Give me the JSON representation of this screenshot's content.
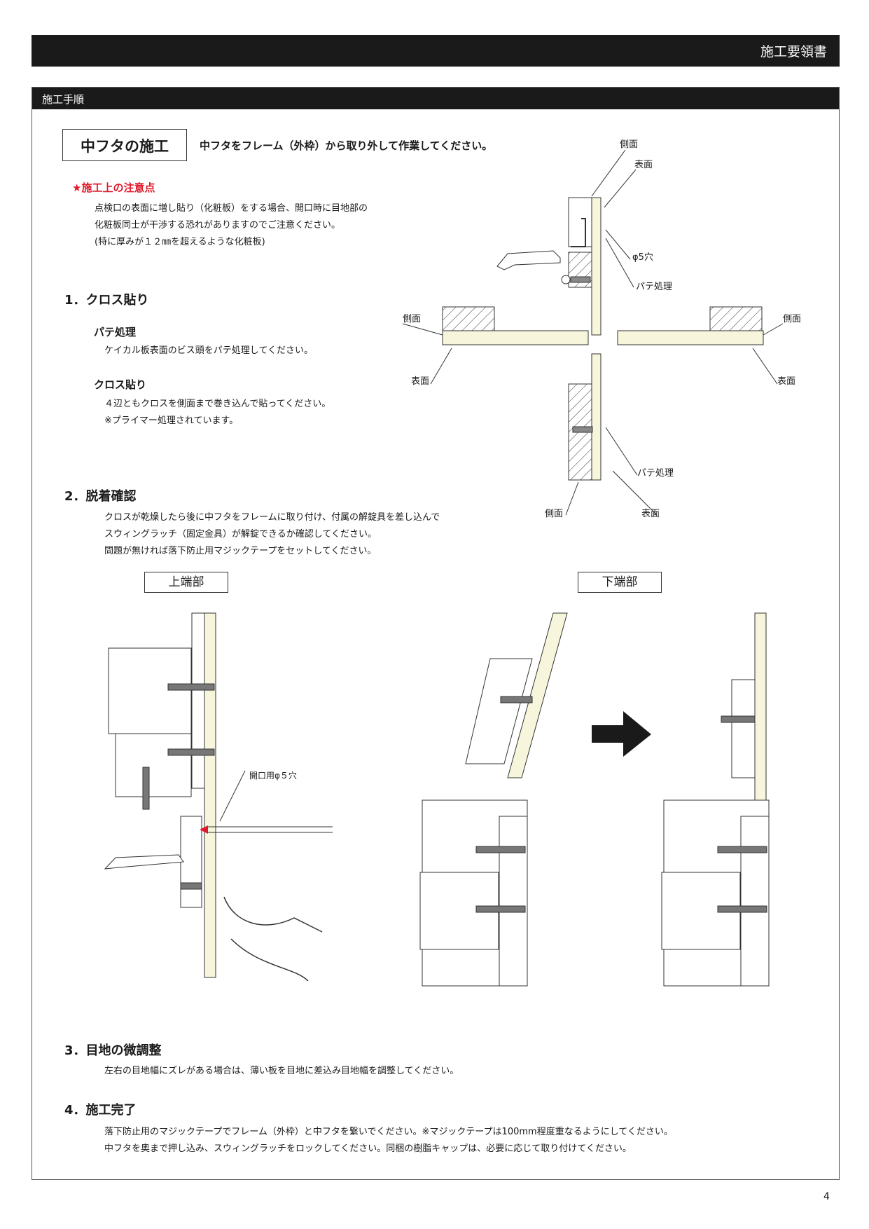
{
  "header": {
    "title": "施工要領書"
  },
  "section": {
    "label": "施工手順"
  },
  "main": {
    "title": "中フタの施工",
    "description": "中フタをフレーム（外枠）から取り外して作業してください。"
  },
  "caution": {
    "heading": "★施工上の注意点",
    "lines": [
      "点検口の表面に増し貼り（化粧板）をする場合、開口時に目地部の",
      "化粧板同士が干渉する恐れがありますのでご注意ください。",
      "(特に厚みが１２㎜を超えるような化粧板)"
    ]
  },
  "step1": {
    "heading": "1．クロス貼り",
    "sub1_heading": "パテ処理",
    "sub1_text": "ケイカル板表面のビス頭をパテ処理してください。",
    "sub2_heading": "クロス貼り",
    "sub2_lines": [
      "４辺ともクロスを側面まで巻き込んで貼ってください。",
      "※プライマー処理されています。"
    ]
  },
  "step2": {
    "heading": "2．脱着確認",
    "lines": [
      "クロスが乾燥したら後に中フタをフレームに取り付け、付属の解錠具を差し込んで",
      "スウィングラッチ（固定金具）が解錠できるか確認してください。",
      "問題が無ければ落下防止用マジックテープをセットしてください。"
    ]
  },
  "cross_diagram": {
    "labels": {
      "top_side": "側面",
      "top_surface": "表面",
      "hole": "φ5穴",
      "putty_top": "パテ処理",
      "left_side": "側面",
      "left_surface": "表面",
      "right_side": "側面",
      "right_surface": "表面",
      "putty_bottom": "パテ処理",
      "bottom_side": "側面",
      "bottom_surface": "表面"
    }
  },
  "detail": {
    "upper_label": "上端部",
    "lower_label": "下端部",
    "hole_callout": "開口用φ５穴"
  },
  "step3": {
    "heading": "3．目地の微調整",
    "text": "左右の目地幅にズレがある場合は、薄い板を目地に差込み目地幅を調整してください。"
  },
  "step4": {
    "heading": "4．施工完了",
    "lines": [
      "落下防止用のマジックテープでフレーム（外枠）と中フタを繋いでください。※マジックテープは100mm程度重なるようにしてください。",
      "中フタを奥まで押し込み、スウィングラッチをロックしてください。同梱の樹脂キャップは、必要に応じて取り付けてください。"
    ]
  },
  "footer": {
    "page_number": "4"
  },
  "colors": {
    "bar": "#1a1a1a",
    "accent": "#e0192a",
    "board": "#f7f5dc"
  }
}
